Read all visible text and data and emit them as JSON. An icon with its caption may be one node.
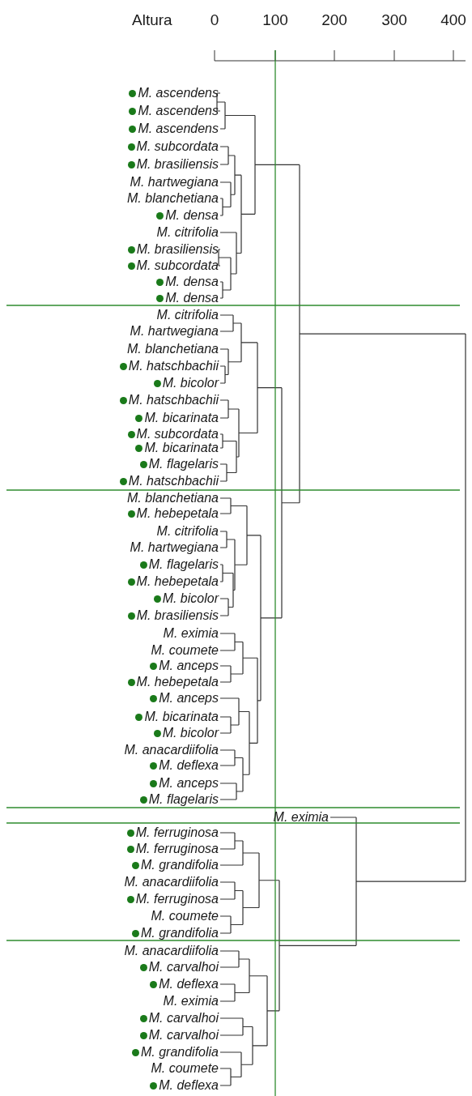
{
  "diagram": {
    "labels": [
      "Altura",
      "0",
      "100",
      "200",
      "300",
      "400",
      "M. ascendens",
      "M. ascendens",
      "M. ascendens",
      "M. subcordata",
      "M. brasiliensis",
      "M. hartwegiana",
      "M. blanchetiana",
      "M. densa",
      "M. citrifolia",
      "M. brasiliensis",
      "M. subcordata",
      "M. densa",
      "M. densa",
      "M. citrifolia",
      "M. hartwegiana",
      "M. blanchetiana",
      "M. hatschbachii",
      "M. bicolor",
      "M. hatschbachii",
      "M. bicarinata",
      "M. subcordata",
      "M. bicarinata",
      "M. flagelaris",
      "M. hatschbachii",
      "M. blanchetiana",
      "M. hebepetala",
      "M. citrifolia",
      "M. hartwegiana",
      "M. flagelaris",
      "M. hebepetala",
      "M. bicolor",
      "M. brasiliensis",
      "M. eximia",
      "M. coumete",
      "M. anceps",
      "M. hebepetala",
      "M. anceps",
      "M. bicarinata",
      "M. bicolor",
      "M. anacardiifolia",
      "M. deflexa",
      "M. anceps",
      "M. flagelaris",
      "M. eximia",
      "M. ferruginosa",
      "M. ferruginosa",
      "M. grandifolia",
      "M. anacardiifolia",
      "M. ferruginosa",
      "M. coumete",
      "M. grandifolia",
      "M. anacardiifolia",
      "M. carvalhoi",
      "M. deflexa",
      "M. eximia",
      "M. carvalhoi",
      "M. carvalhoi",
      "M. grandifolia",
      "M. coumete",
      "M. deflexa"
    ]
  }
}
